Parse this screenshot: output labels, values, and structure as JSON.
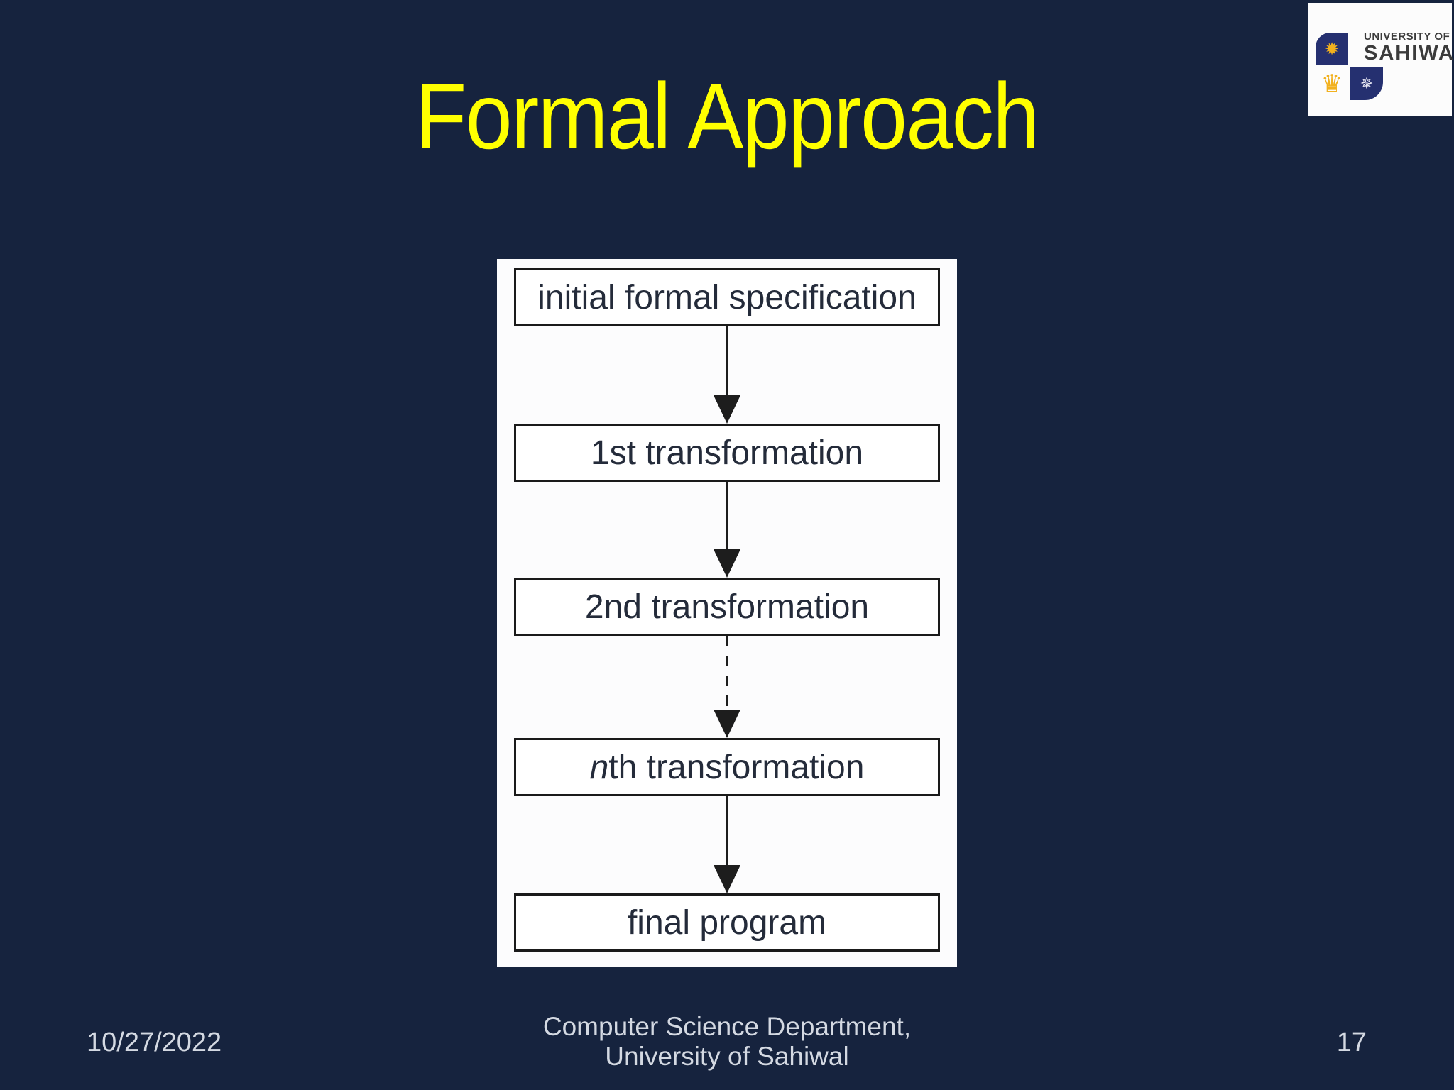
{
  "slide": {
    "title": "Formal Approach",
    "colors": {
      "background": "#16233e",
      "title": "#ffff00",
      "footer_text": "#d4d9e2",
      "box_border": "#1a1a1a",
      "box_text": "#242b3a",
      "panel_background": "#fcfcfd"
    }
  },
  "logo": {
    "line1": "UNIVERSITY OF",
    "line2": "SAHIWAL",
    "icons": {
      "sun": "✹",
      "crown": "♛",
      "star": "✵"
    },
    "colors": {
      "navy": "#253070",
      "gold": "#f2b11e"
    }
  },
  "diagram": {
    "boxes": [
      {
        "italic": "",
        "label": "initial formal specification"
      },
      {
        "italic": "",
        "label": "1st transformation"
      },
      {
        "italic": "",
        "label": "2nd transformation"
      },
      {
        "italic": "n",
        "label": "th transformation"
      },
      {
        "italic": "",
        "label": "final program"
      }
    ],
    "connector_styles": [
      "solid",
      "solid",
      "dashed",
      "solid"
    ]
  },
  "footer": {
    "date": "10/27/2022",
    "center_line1": "Computer Science Department,",
    "center_line2": "University of Sahiwal",
    "page_number": "17"
  }
}
